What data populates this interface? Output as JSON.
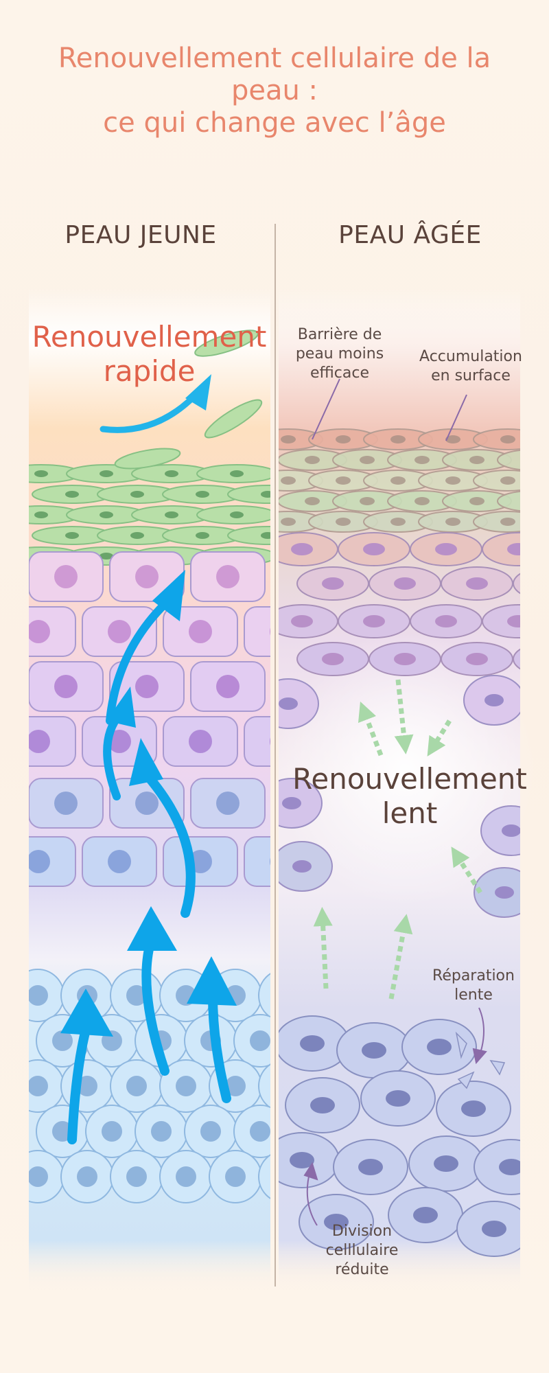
{
  "title": {
    "line1": "Renouvellement cellulaire de la",
    "line2": "peau :",
    "line3": "ce qui change avec l’âge"
  },
  "columns": {
    "young": {
      "heading": "PEAU JEUNE",
      "main_label_line1": "Renouvellement",
      "main_label_line2": "rapide"
    },
    "aged": {
      "heading": "PEAU ÂGÉE",
      "main_label_line1": "Renouvellement",
      "main_label_line2": "lent",
      "annotations": {
        "barrier": [
          "Barrière de",
          "peau moins",
          "efficace"
        ],
        "accumulation": [
          "Accumulation",
          "en surface"
        ],
        "repair": [
          "Réparation",
          "lente"
        ],
        "division": [
          "Division",
          "celllulaire",
          "réduite"
        ]
      }
    }
  },
  "colors": {
    "title": "#e8866c",
    "heading": "#5a423a",
    "rapid_label": "#e0614a",
    "arrow_fast": "#0ea5e9",
    "arrow_slow": "#a8d8a8",
    "surface_cells": "#b8dfa8",
    "mid_cells": "#d9b8e8",
    "basal_cells": "#b8d6f0",
    "aged_surface": "#e8a090",
    "aged_cells": "#a8b0dc"
  },
  "icons": {
    "fast_arrow": "curved-arrow-up-icon",
    "slow_arrow": "dotted-arrow-icon"
  }
}
